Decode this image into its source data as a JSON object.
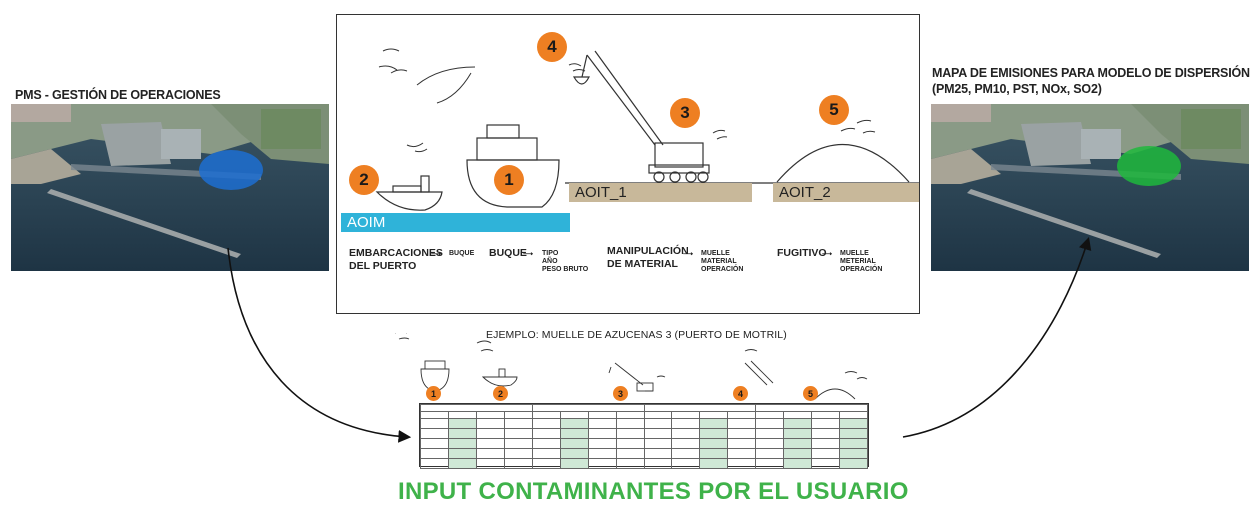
{
  "left": {
    "caption": "PMS - GESTIÓN DE OPERACIONES"
  },
  "right": {
    "caption_line1": "MAPA DE EMISIONES PARA MODELO DE DISPERSIÓN",
    "caption_line2": "(PM25, PM10, PST, NOx, SO2)"
  },
  "panel": {
    "badges": [
      "1",
      "2",
      "3",
      "4",
      "5"
    ],
    "aoim": "AOIM",
    "aoit1": "AOIT_1",
    "aoit2": "AOIT_2",
    "legend": {
      "g1_title_a": "EMBARCACIONES",
      "g1_title_b": "DEL PUERTO",
      "g1_items": [
        "BUQUE"
      ],
      "g2_title": "BUQUE",
      "g2_items": [
        "TIPO",
        "AÑO",
        "PESO BRUTO"
      ],
      "g3_title_a": "MANIPULACIÓN",
      "g3_title_b": "DE MATERIAL",
      "g3_items": [
        "MUELLE",
        "MATERIAL",
        "OPERACIÓN"
      ],
      "g4_title": "FUGITIVO",
      "g4_items": [
        "MUELLE",
        "METERIAL",
        "OPERACIÓN"
      ]
    }
  },
  "example": {
    "title": "EJEMPLO: MUELLE DE AZUCENAS 3 (PUERTO DE MOTRIL)"
  },
  "bottom": {
    "title": "INPUT CONTAMINANTES POR EL USUARIO"
  },
  "colors": {
    "accent_orange": "#ee7f22",
    "aoim_blue": "#2fb3d9",
    "aoit_tan": "#c8b89a",
    "title_green": "#3fb24a",
    "plume_blue": "#1d6fd1",
    "plume_green": "#1fb83c"
  }
}
